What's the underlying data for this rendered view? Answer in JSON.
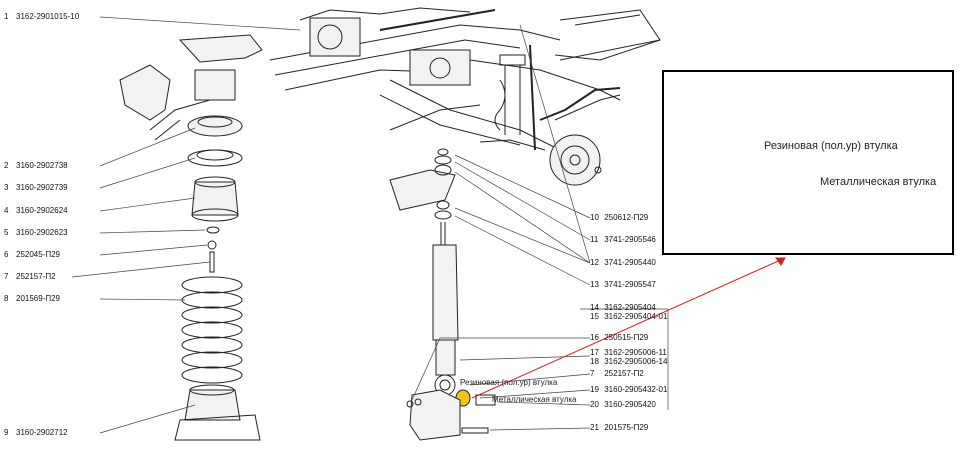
{
  "colors": {
    "line": "#222222",
    "part_fill": "#f2f2f2",
    "highlight": "#f5c518",
    "arrow": "#cc2222"
  },
  "left_callouts": [
    {
      "num": "1",
      "code": "3162-2901015-10"
    },
    {
      "num": "2",
      "code": "3160-2902738"
    },
    {
      "num": "3",
      "code": "3160-2902739"
    },
    {
      "num": "4",
      "code": "3160-2902624"
    },
    {
      "num": "5",
      "code": "3160-2902623"
    },
    {
      "num": "6",
      "code": "252045-П29"
    },
    {
      "num": "7",
      "code": "252157-П2"
    },
    {
      "num": "8",
      "code": "201569-П29"
    },
    {
      "num": "9",
      "code": "3160-2902712"
    }
  ],
  "right_callouts": [
    {
      "num": "10",
      "code": "250612-П29"
    },
    {
      "num": "11",
      "code": "3741-2905546"
    },
    {
      "num": "12",
      "code": "3741-2905440"
    },
    {
      "num": "13",
      "code": "3741-2905547"
    },
    {
      "num": "14",
      "code": "3162-2905404"
    },
    {
      "num": "15",
      "code": "3162-2905404-01"
    },
    {
      "num": "16",
      "code": "250515-П29"
    },
    {
      "num": "17",
      "code": "3162-2905006-11"
    },
    {
      "num": "18",
      "code": "3162-2905006-14"
    },
    {
      "num": "7",
      "code": "252157-П2"
    },
    {
      "num": "19",
      "code": "3160-2905432-01"
    },
    {
      "num": "20",
      "code": "3160-2905420"
    },
    {
      "num": "21",
      "code": "201575-П29"
    }
  ],
  "annotations": {
    "rubber_bushing": "Резиновая (пол.ур) втулка",
    "metal_bushing": "Металлическая втулка"
  },
  "inset": {
    "rubber_bushing": "Резиновая (пол.ур) втулка",
    "metal_bushing": "Металлическая втулка"
  }
}
